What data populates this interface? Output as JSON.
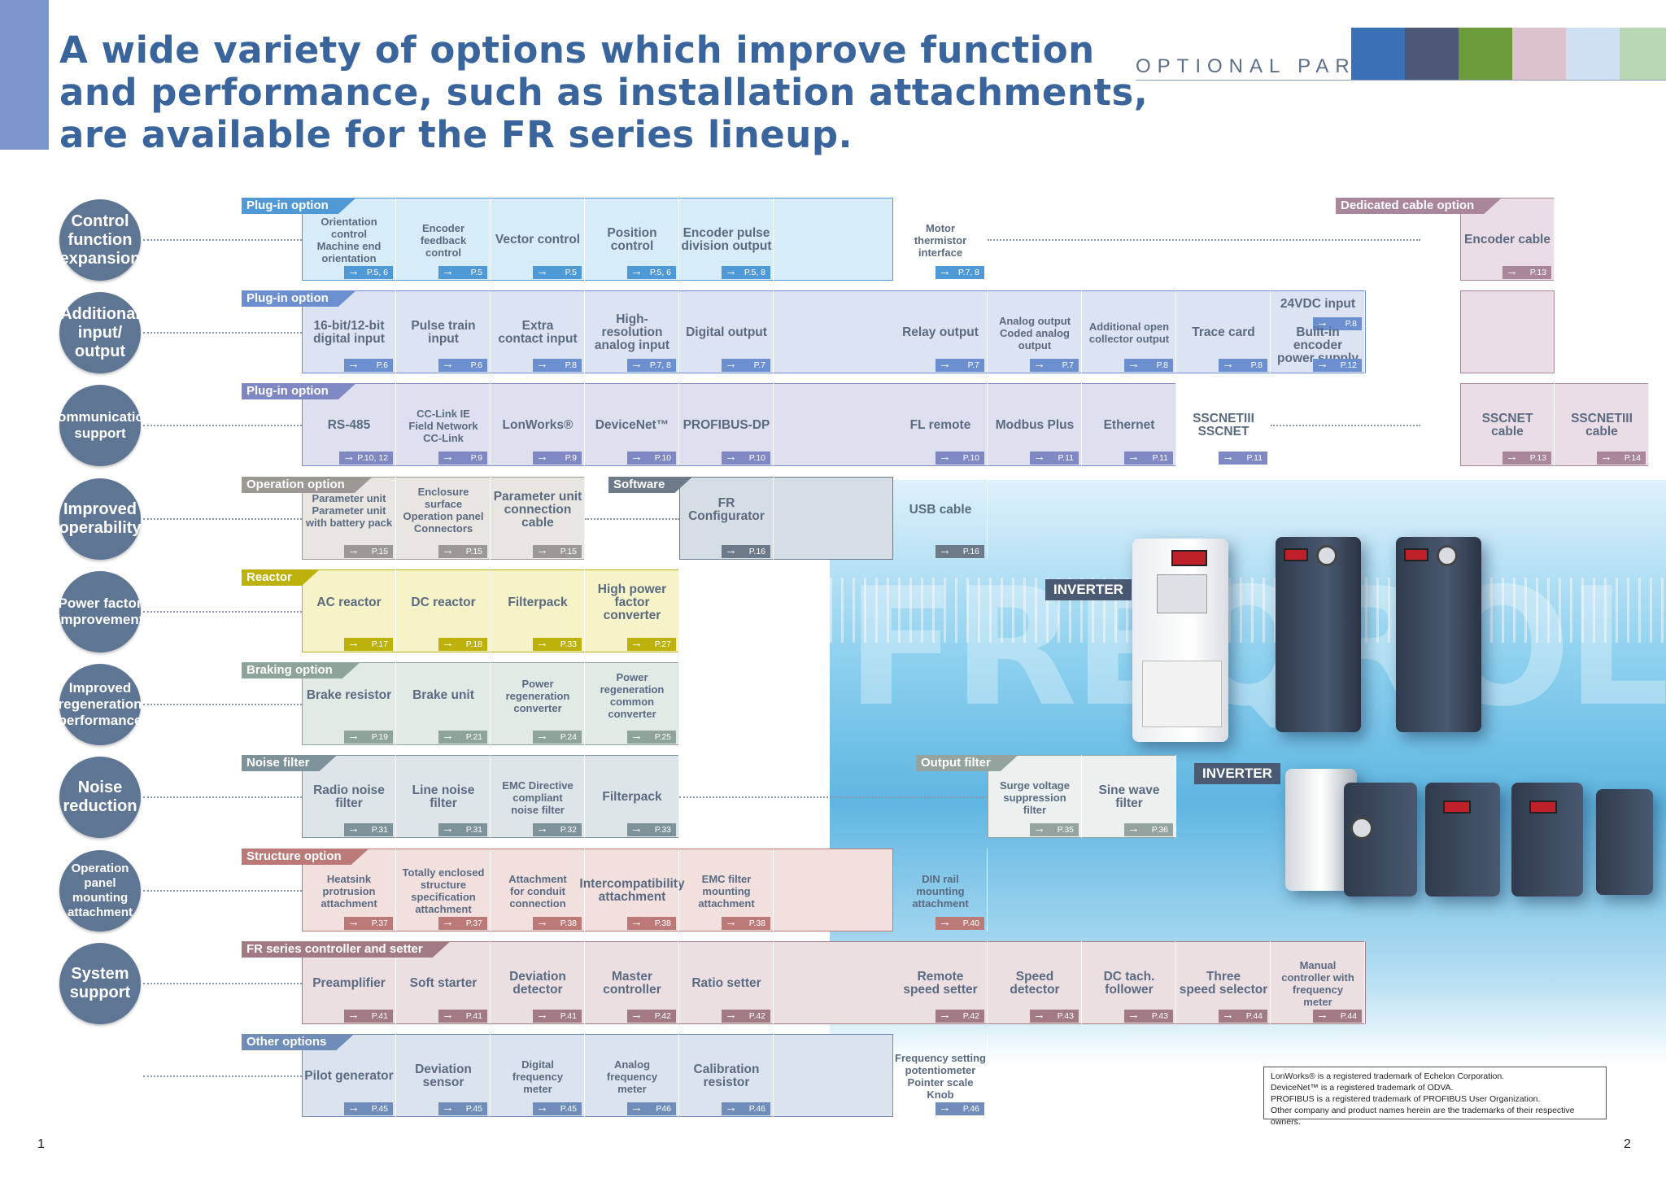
{
  "headline": {
    "lines": [
      "A wide variety of options which improve  function",
      "and performance, such as installation  attachments,",
      "are available for the FR series lineup."
    ]
  },
  "section_label": "OPTIONAL PARTS",
  "photo_strip_colors": [
    "#3a70b6",
    "#4d5877",
    "#6b9b3a",
    "#dcc2cd",
    "#cfe0f2",
    "#b7d8b3"
  ],
  "categories": [
    {
      "lines": [
        "Control",
        "function",
        "expansion"
      ]
    },
    {
      "lines": [
        "Additional",
        "input/",
        "output"
      ]
    },
    {
      "lines": [
        "Communication",
        "support"
      ]
    },
    {
      "lines": [
        "Improved",
        "operability"
      ]
    },
    {
      "lines": [
        "Power factor",
        "improvement"
      ]
    },
    {
      "lines": [
        "Improved",
        "regeneration",
        "performance"
      ]
    },
    {
      "lines": [
        "Noise",
        "reduction"
      ]
    },
    {
      "lines": [
        "Operation",
        "panel",
        "mounting",
        "attachment"
      ]
    },
    {
      "lines": [
        "System",
        "support"
      ]
    }
  ],
  "option_groups": [
    {
      "label": "Plug-in option",
      "color": "#4f99d6",
      "bg": "#d6ecf8"
    },
    {
      "label": "Dedicated cable option",
      "color": "#a9869a",
      "bg": "#eadde5"
    },
    {
      "label": "Plug-in option",
      "color": "#6c8fd0",
      "bg": "#dce3f2"
    },
    {
      "label": "Plug-in option",
      "color": "#7f88c3",
      "bg": "#dee0ef"
    },
    {
      "label": "Operation option",
      "color": "#9c9894",
      "bg": "#e9e6e2"
    },
    {
      "label": "Software",
      "color": "#6d7a8a",
      "bg": "#d7dde4"
    },
    {
      "label": "Reactor",
      "color": "#bdb20c",
      "bg": "#f6f3c9"
    },
    {
      "label": "Braking option",
      "color": "#8ea39a",
      "bg": "#e2eae6"
    },
    {
      "label": "Noise filter",
      "color": "#7d9299",
      "bg": "#dde5e8"
    },
    {
      "label": "Output filter",
      "color": "#95a39e",
      "bg": "#ecf0ee"
    },
    {
      "label": "Structure option",
      "color": "#bb7a78",
      "bg": "#f2e0df"
    },
    {
      "label": "FR series controller and setter",
      "color": "#a27a84",
      "bg": "#ecdfe2"
    },
    {
      "label": "Other options",
      "color": "#6f8db8",
      "bg": "#dbe3ee"
    }
  ],
  "rows": [
    {
      "cells": [
        {
          "label": [
            "Orientation control",
            "Machine end",
            "orientation"
          ],
          "page": "P.5, 6"
        },
        {
          "label": [
            "Encoder",
            "feedback",
            "control"
          ],
          "page": "P.5"
        },
        {
          "label": [
            "Vector control"
          ],
          "page": "P.5"
        },
        {
          "label": [
            "Position control"
          ],
          "page": "P.5, 6"
        },
        {
          "label": [
            "Encoder pulse",
            "division output"
          ],
          "page": "P.5, 8"
        },
        {
          "label": [
            "Motor",
            "thermistor",
            "interface"
          ],
          "page": "P.7, 8"
        },
        {
          "label": [
            "Encoder cable"
          ],
          "page": "P.13"
        }
      ]
    },
    {
      "cells": [
        {
          "label": [
            "16-bit/12-bit",
            "digital input"
          ],
          "page": "P.6"
        },
        {
          "label": [
            "Pulse train",
            "input"
          ],
          "page": "P.6"
        },
        {
          "label": [
            "Extra",
            "contact input"
          ],
          "page": "P.8"
        },
        {
          "label": [
            "High-resolution",
            "analog input"
          ],
          "page": "P.7, 8"
        },
        {
          "label": [
            "Digital output"
          ],
          "page": "P.7"
        },
        {
          "label": [
            "Relay output"
          ],
          "page": "P.7"
        },
        {
          "label": [
            "Analog output",
            "Coded analog",
            "output"
          ],
          "page": "P.7"
        },
        {
          "label": [
            "Additional open",
            "collector output"
          ],
          "page": "P.8"
        },
        {
          "label": [
            "Trace card"
          ],
          "page": "P.8"
        },
        {
          "label": [
            "24VDC input"
          ],
          "page": "P.8"
        },
        {
          "label": [
            "Built-in encoder",
            "power supply"
          ],
          "page": "P.12"
        }
      ]
    },
    {
      "cells": [
        {
          "label": [
            "RS-485"
          ],
          "page": "P.10, 12"
        },
        {
          "label": [
            "CC-Link IE",
            "Field Network",
            "CC-Link"
          ],
          "page": "P.9"
        },
        {
          "label": [
            "LonWorks®"
          ],
          "page": "P.9"
        },
        {
          "label": [
            "DeviceNet™"
          ],
          "page": "P.10"
        },
        {
          "label": [
            "PROFIBUS-DP"
          ],
          "page": "P.10"
        },
        {
          "label": [
            "FL remote"
          ],
          "page": "P.10"
        },
        {
          "label": [
            "Modbus Plus"
          ],
          "page": "P.11"
        },
        {
          "label": [
            "Ethernet"
          ],
          "page": "P.11"
        },
        {
          "label": [
            "SSCNETIII",
            "SSCNET"
          ],
          "page": "P.11"
        },
        {
          "label": [
            "SSCNET",
            "cable"
          ],
          "page": "P.13"
        },
        {
          "label": [
            "SSCNETIII",
            "cable"
          ],
          "page": "P.14"
        }
      ]
    },
    {
      "cells": [
        {
          "label": [
            "Parameter unit",
            "Parameter unit",
            "with battery pack"
          ],
          "page": "P.15"
        },
        {
          "label": [
            "Enclosure surface",
            "Operation panel",
            "Connectors"
          ],
          "page": "P.15"
        },
        {
          "label": [
            "Parameter unit",
            "connection cable"
          ],
          "page": "P.15"
        },
        {
          "label": [
            "FR Configurator"
          ],
          "page": "P.16"
        },
        {
          "label": [
            "USB cable"
          ],
          "page": "P.16"
        }
      ]
    },
    {
      "cells": [
        {
          "label": [
            "AC reactor"
          ],
          "page": "P.17"
        },
        {
          "label": [
            "DC reactor"
          ],
          "page": "P.18"
        },
        {
          "label": [
            "Filterpack"
          ],
          "page": "P.33"
        },
        {
          "label": [
            "High power",
            "factor converter"
          ],
          "page": "P.27"
        }
      ]
    },
    {
      "cells": [
        {
          "label": [
            "Brake resistor"
          ],
          "page": "P.19"
        },
        {
          "label": [
            "Brake unit"
          ],
          "page": "P.21"
        },
        {
          "label": [
            "Power",
            "regeneration",
            "converter"
          ],
          "page": "P.24"
        },
        {
          "label": [
            "Power",
            "regeneration",
            "common",
            "converter"
          ],
          "page": "P.25"
        }
      ]
    },
    {
      "cells": [
        {
          "label": [
            "Radio noise",
            "filter"
          ],
          "page": "P.31"
        },
        {
          "label": [
            "Line noise",
            "filter"
          ],
          "page": "P.31"
        },
        {
          "label": [
            "EMC Directive",
            "compliant",
            "noise filter"
          ],
          "page": "P.32"
        },
        {
          "label": [
            "Filterpack"
          ],
          "page": "P.33"
        },
        {
          "label": [
            "Surge voltage",
            "suppression",
            "filter"
          ],
          "page": "P.35"
        },
        {
          "label": [
            "Sine wave",
            "filter"
          ],
          "page": "P.36"
        }
      ]
    },
    {
      "cells": [
        {
          "label": [
            "Heatsink",
            "protrusion",
            "attachment"
          ],
          "page": "P.37"
        },
        {
          "label": [
            "Totally enclosed",
            "structure",
            "specification",
            "attachment"
          ],
          "page": "P.37"
        },
        {
          "label": [
            "Attachment",
            "for conduit",
            "connection"
          ],
          "page": "P.38"
        },
        {
          "label": [
            "Intercompatibility",
            "attachment"
          ],
          "page": "P.38"
        },
        {
          "label": [
            "EMC filter",
            "mounting",
            "attachment"
          ],
          "page": "P.38"
        },
        {
          "label": [
            "DIN rail",
            "mounting",
            "attachment"
          ],
          "page": "P.40"
        }
      ]
    },
    {
      "cells": [
        {
          "label": [
            "Preamplifier"
          ],
          "page": "P.41"
        },
        {
          "label": [
            "Soft starter"
          ],
          "page": "P.41"
        },
        {
          "label": [
            "Deviation",
            "detector"
          ],
          "page": "P.41"
        },
        {
          "label": [
            "Master",
            "controller"
          ],
          "page": "P.42"
        },
        {
          "label": [
            "Ratio setter"
          ],
          "page": "P.42"
        },
        {
          "label": [
            "Remote",
            "speed setter"
          ],
          "page": "P.42"
        },
        {
          "label": [
            "Speed",
            "detector"
          ],
          "page": "P.43"
        },
        {
          "label": [
            "DC tach.",
            "follower"
          ],
          "page": "P.43"
        },
        {
          "label": [
            "Three",
            "speed selector"
          ],
          "page": "P.44"
        },
        {
          "label": [
            "Manual",
            "controller with",
            "frequency",
            "meter"
          ],
          "page": "P.44"
        }
      ]
    },
    {
      "cells": [
        {
          "label": [
            "Pilot generator"
          ],
          "page": "P.45"
        },
        {
          "label": [
            "Deviation",
            "sensor"
          ],
          "page": "P.45"
        },
        {
          "label": [
            "Digital",
            "frequency",
            "meter"
          ],
          "page": "P.45"
        },
        {
          "label": [
            "Analog",
            "frequency",
            "meter"
          ],
          "page": "P46"
        },
        {
          "label": [
            "Calibration",
            "resistor"
          ],
          "page": "P.46"
        },
        {
          "label": [
            "Frequency setting",
            "potentiometer",
            "Pointer scale",
            "Knob"
          ],
          "page": "P.46"
        }
      ]
    }
  ],
  "inverter_labels": [
    "INVERTER",
    "INVERTER"
  ],
  "background_text": "FREQROL",
  "trademarks": [
    "LonWorks® is a registered trademark of Echelon Corporation.",
    "DeviceNet™ is a registered trademark of ODVA.",
    "PROFIBUS is a registered trademark of PROFIBUS User Organization.",
    "Other company and product names herein are the trademarks of their respective owners."
  ],
  "page_numbers": [
    "1",
    "2"
  ]
}
